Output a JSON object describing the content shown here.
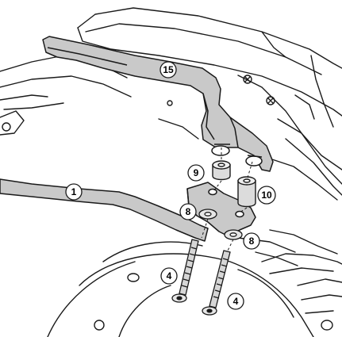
{
  "diagram": {
    "callouts": [
      {
        "id": "c15",
        "label": "15",
        "part": "rear-rack-plate"
      },
      {
        "id": "c1",
        "label": "1",
        "part": "side-bar"
      },
      {
        "id": "c9",
        "label": "9",
        "part": "spacer-short"
      },
      {
        "id": "c10",
        "label": "10",
        "part": "spacer-long"
      },
      {
        "id": "c8a",
        "label": "8",
        "part": "washer"
      },
      {
        "id": "c8b",
        "label": "8",
        "part": "washer"
      },
      {
        "id": "c4a",
        "label": "4",
        "part": "bolt"
      },
      {
        "id": "c4b",
        "label": "4",
        "part": "bolt"
      }
    ],
    "colors": {
      "part_fill": "#c9c9c9",
      "line": "#1a1a1a",
      "background": "#ffffff"
    }
  }
}
